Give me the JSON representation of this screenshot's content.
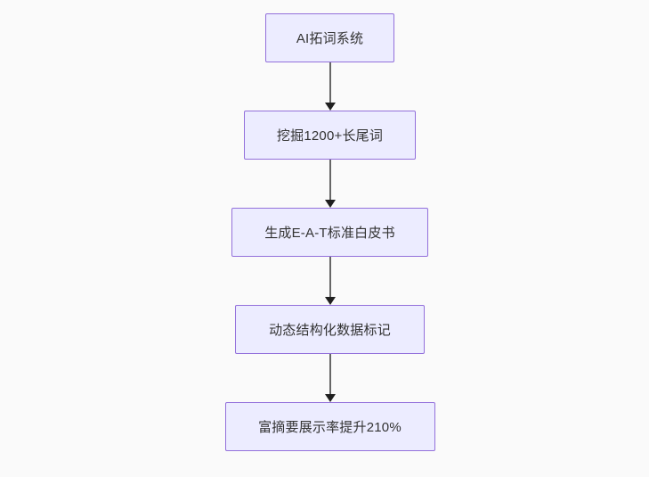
{
  "diagram": {
    "type": "flowchart",
    "direction": "top-down",
    "nodes": [
      {
        "id": "A",
        "label": "AI拓词系统"
      },
      {
        "id": "B",
        "label": "挖掘1200+长尾词"
      },
      {
        "id": "C",
        "label": "生成E-A-T标准白皮书"
      },
      {
        "id": "D",
        "label": "动态结构化数据标记"
      },
      {
        "id": "E",
        "label": "富摘要展示率提升210%"
      }
    ],
    "edges": [
      {
        "from": "A",
        "to": "B"
      },
      {
        "from": "B",
        "to": "C"
      },
      {
        "from": "C",
        "to": "D"
      },
      {
        "from": "D",
        "to": "E"
      }
    ],
    "colors": {
      "background": "#fafafa",
      "node_fill": "#ECECFF",
      "node_border": "#9370DB",
      "node_text": "#333333",
      "arrow_line": "#666666",
      "arrow_head": "#1f1f1f"
    }
  }
}
